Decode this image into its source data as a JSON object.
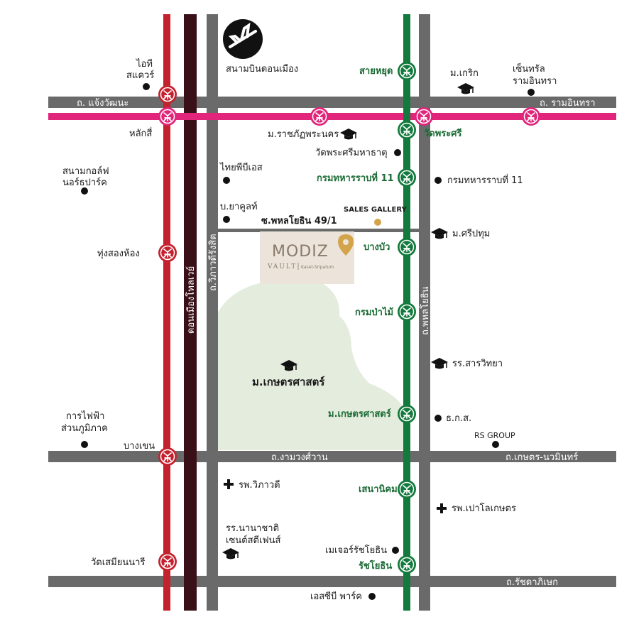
{
  "colors": {
    "pink_line": "#e0257a",
    "red_line": "#c4202d",
    "maroon_road": "#3a1018",
    "green_line": "#137a3d",
    "gray_road": "#6a6a6a",
    "park": "#e3ecdd",
    "logo_bg": "#ece4da",
    "logo_text": "#8a7a6b",
    "logo_pin": "#d4a44c"
  },
  "roads": {
    "changwattana": "ถ. แจ้งวัฒนะ",
    "ramintra": "ถ. รามอินทรา",
    "ngamwongwan": "ถ.งามวงศ์วาน",
    "kaset_nawamin": "ถ.เกษตร-นวมินทร์",
    "ratchadaphisek": "ถ.รัชดาภิเษก",
    "don_mueang_tollway": "ดอนเมืองโทลเวย์",
    "vibhavadi": "ถ.วิภาวดีรังสิต",
    "phahonyothin": "ถ.พหลโยธิน",
    "soi": "ซ.พหลโยธิน 49/1"
  },
  "stations": {
    "saphan_mai": "สายหยุด",
    "wat_phra_sri": "วัดพระศรี",
    "kromtaharn11": "กรมทหารราบที่ 11",
    "bang_bua": "บางบัว",
    "krom_pamai": "กรมป่าไม้",
    "kasetsart": "ม.เกษตรศาสตร์",
    "sena_nikhom": "เสนานิคม",
    "ratchayothin": "รัชโยธิน",
    "lak_si": "หลักสี่",
    "thung_song_hong": "ทุ่งสองห้อง",
    "bang_khen": "บางเขน",
    "wat_samian_nari": "วัดเสมียนนารี"
  },
  "places": {
    "airport": "สนามบินดอนเมือง",
    "it_square_1": "ไอที",
    "it_square_2": "สแควร์",
    "m_kerk": "ม.เกริก",
    "central_1": "เซ็นทรัล",
    "central_2": "รามอินทรา",
    "rajabhat": "ม.ราชภัฏพระนคร",
    "wat_phra_sri_mahathat": "วัดพระศรีมหาธาตุ",
    "golf_1": "สนามกอล์ฟ",
    "golf_2": "นอร์ธปาร์ค",
    "tpbs": "ไทยพีบีเอส",
    "kromtaharn11_place": "กรมทหารราบที่ 11",
    "yakult": "บ.ยาคูลท์",
    "sales_gallery": "SALES GALLERY",
    "sripatum": "ม.ศรีปทุม",
    "kasetsart_univ": "ม.เกษตรศาสตร์",
    "sarawittaya": "รร.สารวิทยา",
    "egat_1": "การไฟฟ้า",
    "egat_2": "ส่วนภูมิภาค",
    "baac": "ธ.ก.ส.",
    "rs_group": "RS GROUP",
    "vibhavadi_hospital": "รพ.วิภาวดี",
    "paolo_hospital": "รพ.เปาโลเกษตร",
    "st_stephens_1": "รร.นานาชาติ",
    "st_stephens_2": "เซนต์สตีเฟนส์",
    "major": "เมเจอร์รัชโยธิน",
    "scb_park": "เอสซีบี พาร์ค"
  },
  "project": {
    "logo": "MODIZ",
    "vault": "VAULT",
    "sub": "Kaset-Sripatum"
  }
}
